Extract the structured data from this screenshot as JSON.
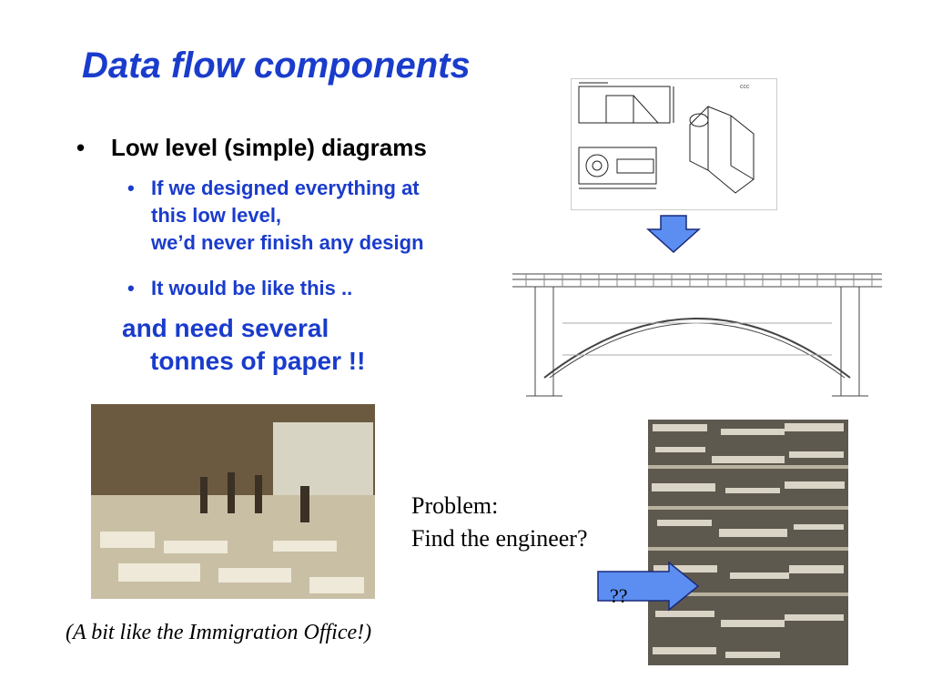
{
  "slide": {
    "title": "Data flow components",
    "bullet": "Low level (simple) diagrams",
    "sub1_line1": "If we designed everything at",
    "sub1_line2": "this low level,",
    "sub1_line3": "we’d never finish any design",
    "sub2": "It would be like this ..",
    "tonnes_line1": "and need several",
    "tonnes_line2": "tonnes of paper !!",
    "problem_line1": "Problem:",
    "problem_line2": "Find the engineer?",
    "arrow_label": "??",
    "caption": "(A bit like the Immigration Office!)"
  },
  "colors": {
    "title": "#1a3ccc",
    "subtext": "#1a3ccc",
    "arrow_fill": "#5b8ef0",
    "arrow_stroke": "#1a2a7a"
  },
  "icons": {
    "bullet": "•"
  }
}
